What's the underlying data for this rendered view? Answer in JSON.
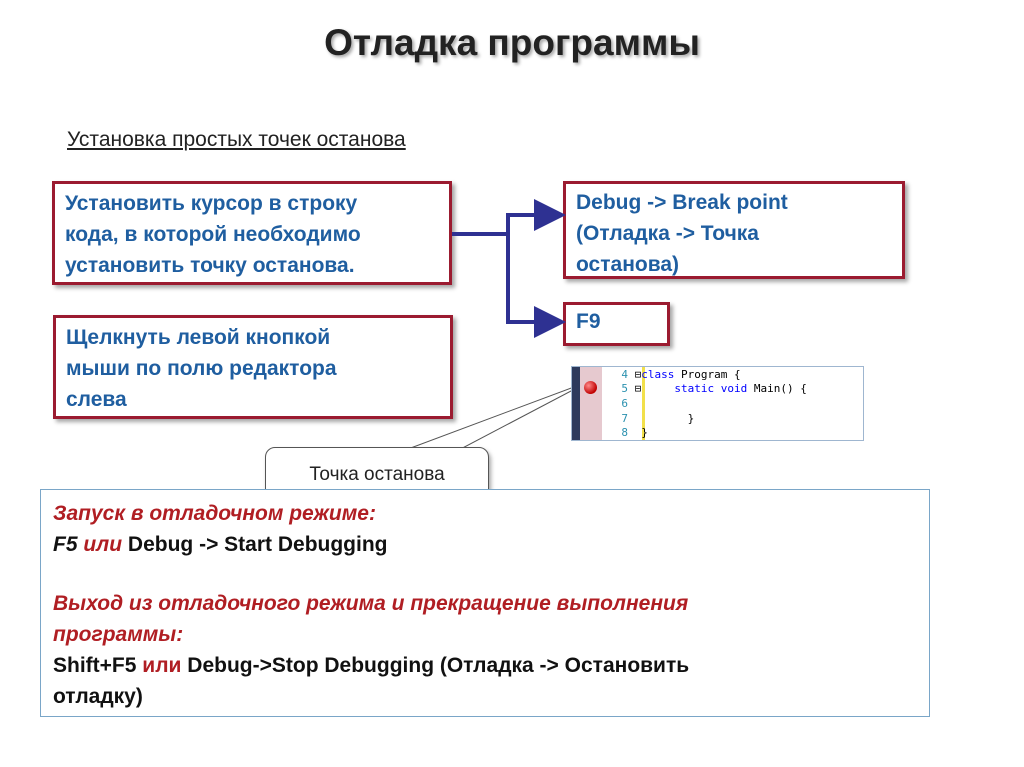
{
  "title": "Отладка программы",
  "subtitle": "Установка простых точек останова",
  "box_cursor": {
    "lines": [
      "Установить курсор в строку",
      "кода, в которой необходимо",
      "установить точку останова."
    ]
  },
  "box_click": {
    "lines": [
      "Щелкнуть левой кнопкой",
      "мыши по полю редактора",
      "слева"
    ]
  },
  "box_menu": {
    "lines": [
      "Debug -> Break point",
      "(Отладка -> Точка",
      "останова)"
    ]
  },
  "box_key": {
    "label": "F9"
  },
  "code_editor": {
    "lines": [
      {
        "num": "4",
        "marker": "⊟",
        "keyword": "class",
        "text": " Program {"
      },
      {
        "num": "5",
        "marker": "⊟",
        "keyword": "static void",
        "text": " Main() {"
      },
      {
        "num": "6",
        "marker": "",
        "keyword": "",
        "text": ""
      },
      {
        "num": "7",
        "marker": "",
        "keyword": "",
        "text": "}"
      },
      {
        "num": "8",
        "marker": "",
        "keyword": "",
        "text": "}"
      }
    ]
  },
  "callout": {
    "label": "Точка останова"
  },
  "run_section": {
    "start_heading": "Запуск в отладочном режиме:",
    "start_key": "F5",
    "start_or": "или",
    "start_menu": "Debug -> Start Debugging",
    "stop_heading_1": "Выход из отладочного режима и прекращение выполнения",
    "stop_heading_2": "программы:",
    "stop_key": "Shift+F5",
    "stop_or": "или",
    "stop_menu_1": "Debug->Stop Debugging (Отладка -> Остановить",
    "stop_menu_2": "отладку)"
  },
  "colors": {
    "box_border": "#9b1b30",
    "box_text": "#1f5ea0",
    "arrow": "#2e3192",
    "accent_red": "#b01e23"
  }
}
